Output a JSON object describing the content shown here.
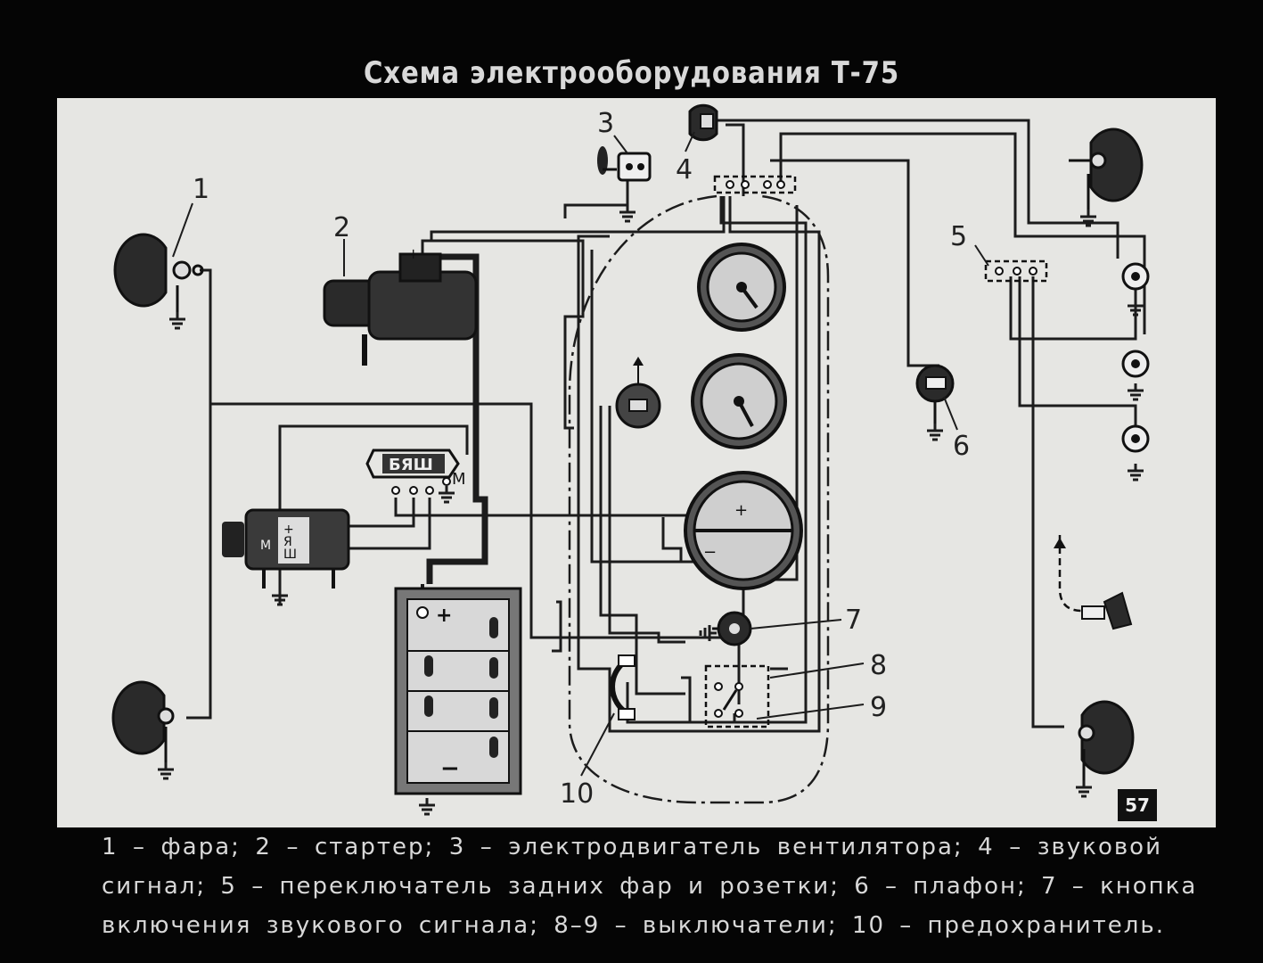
{
  "title": "Схема электрооборудования Т-75",
  "page_number": "57",
  "labels": {
    "n1": "1",
    "n2": "2",
    "n3": "3",
    "n4": "4",
    "n5": "5",
    "n6": "6",
    "n7": "7",
    "n8": "8",
    "n9": "9",
    "n10": "10"
  },
  "terminals": {
    "regulator": "БЯШ",
    "regulator_m": "М",
    "gen_plus": "+",
    "gen_ya": "Я",
    "gen_m": "М",
    "gen_sh": "Ш",
    "starter_plus": "+",
    "battery_plus": "+",
    "battery_minus": "−",
    "ammeter_plus": "+",
    "ammeter_minus": "−"
  },
  "caption": {
    "line1": "1 – фара;  2 – стартер;  3 – электродвигатель  вентилятора;  4 – звуковой",
    "line2": "сигнал; 5 – переключатель задних фар и розетки; 6 – плафон; 7 – кнопка",
    "line3": "включения звукового сигнала; 8–9 – выключатели; 10 – предохранитель."
  },
  "colors": {
    "background": "#050505",
    "panel": "#e6e6e3",
    "ink": "#1c1c1c",
    "text_light": "#d8d8d8"
  },
  "icons": [
    "headlight-icon",
    "starter-icon",
    "fan-motor-icon",
    "horn-icon",
    "generator-icon",
    "voltage-regulator-icon",
    "battery-icon",
    "gauge-icon",
    "ammeter-icon",
    "lamp-icon",
    "switch-block-icon",
    "fuse-icon",
    "ground-icon"
  ]
}
